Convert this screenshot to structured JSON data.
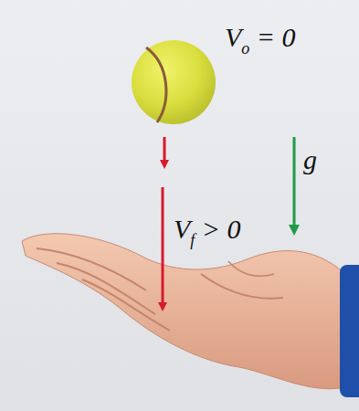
{
  "diagram": {
    "labels": [
      "Vo = 0",
      "g",
      "Vf > 0"
    ]
  }
}
